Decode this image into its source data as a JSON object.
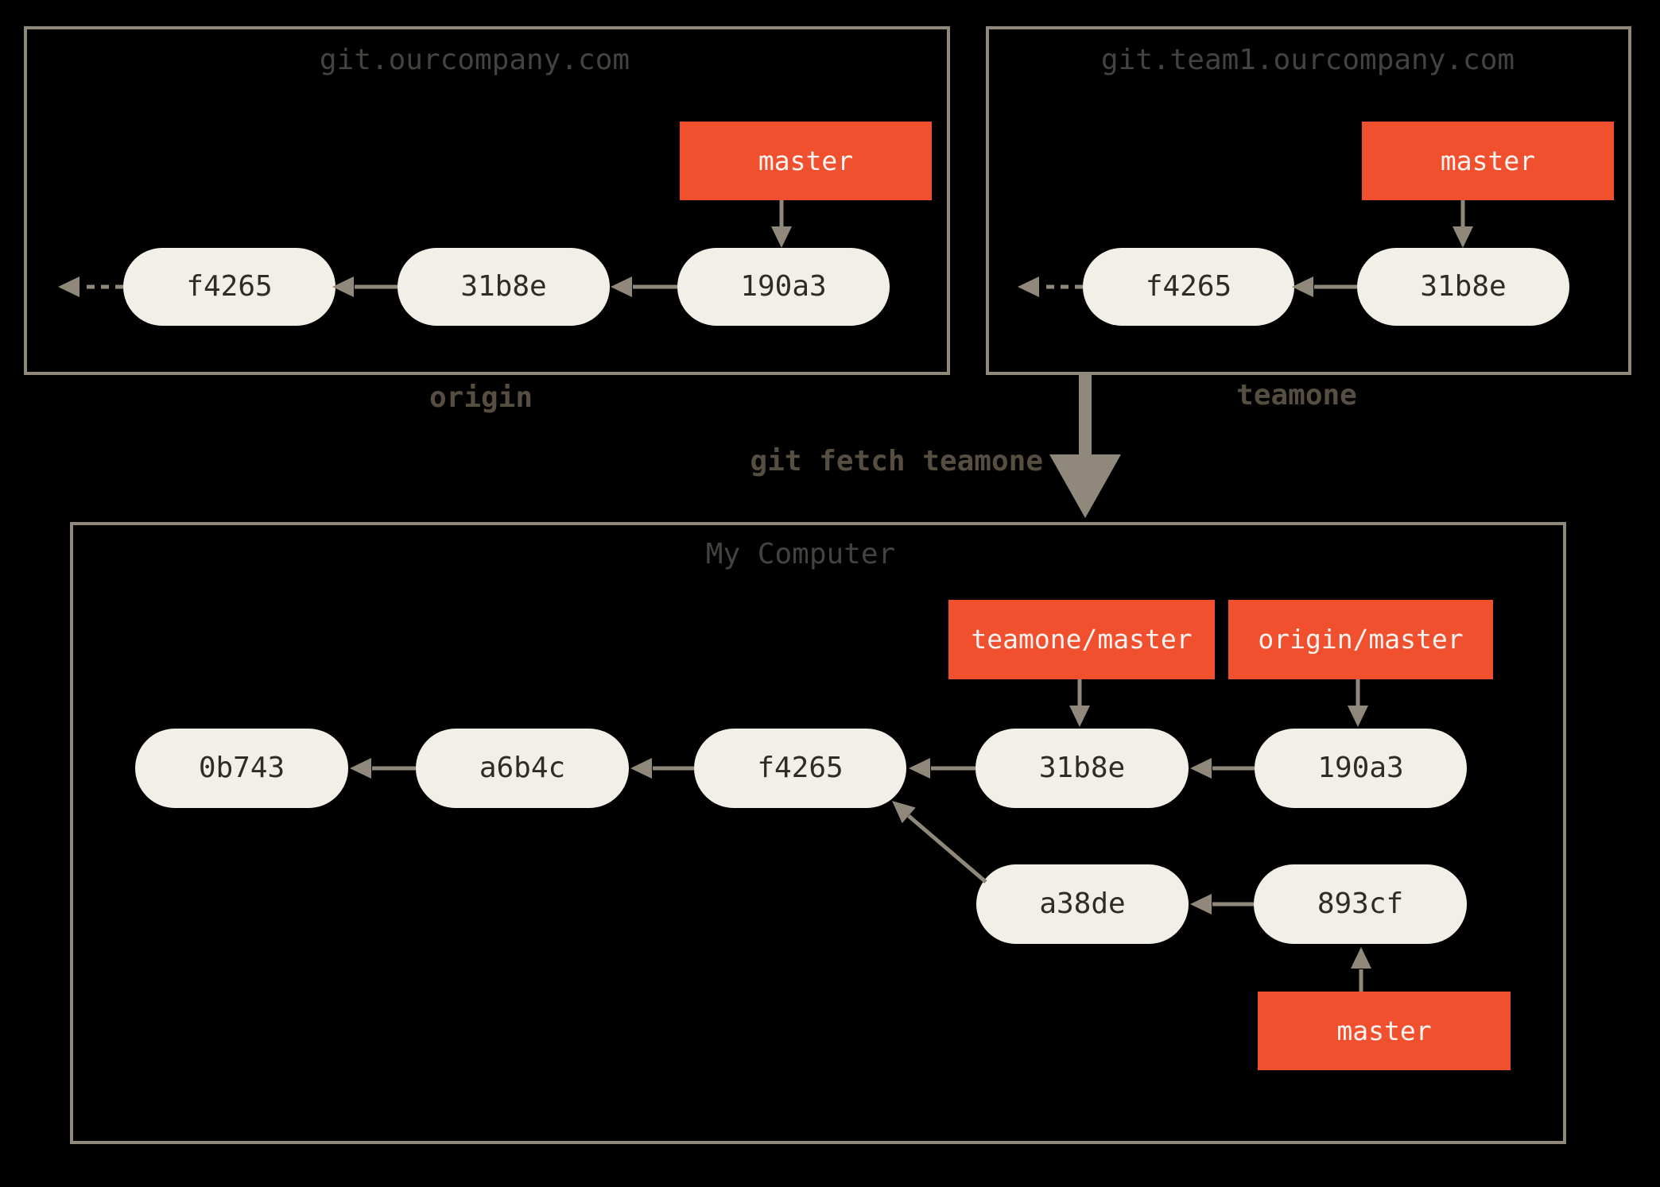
{
  "colors": {
    "background": "#000000",
    "line": "#90887b",
    "branch_chip": "#f1502f",
    "commit_fill": "#f1efe7",
    "commit_text": "#2d2c29",
    "chip_text": "#f7f4f1",
    "title_text": "#444340",
    "label_text": "#564e41"
  },
  "remotes": [
    {
      "title": "git.ourcompany.com",
      "label": "origin",
      "branch": "master",
      "commits": [
        "f4265",
        "31b8e",
        "190a3"
      ]
    },
    {
      "title": "git.team1.ourcompany.com",
      "label": "teamone",
      "branch": "master",
      "commits": [
        "f4265",
        "31b8e"
      ]
    }
  ],
  "fetch": {
    "command": "git fetch teamone"
  },
  "local": {
    "title": "My Computer",
    "branches": {
      "teamone_master": "teamone/master",
      "origin_master": "origin/master",
      "master": "master"
    },
    "main_commits": [
      "0b743",
      "a6b4c",
      "f4265",
      "31b8e",
      "190a3"
    ],
    "topic_commits": [
      "a38de",
      "893cf"
    ]
  }
}
